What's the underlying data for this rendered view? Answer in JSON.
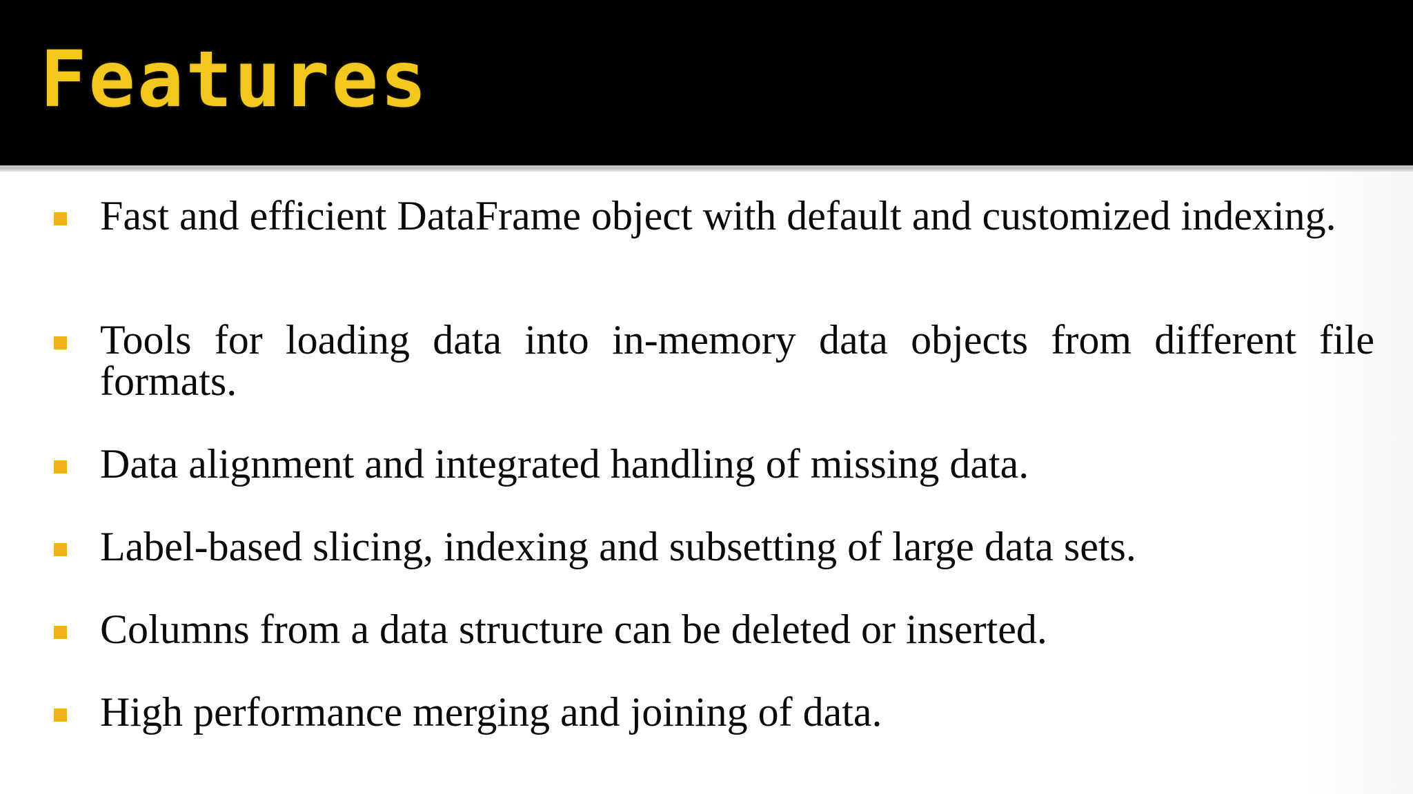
{
  "slide": {
    "title": "Features",
    "bullets": [
      {
        "text": "Fast and efficient DataFrame object with default and customized indexing."
      },
      {
        "text": "Tools for loading data into in-memory data objects from different file formats."
      },
      {
        "text": "Data alignment and integrated handling of missing data."
      },
      {
        "text": "Label-based slicing, indexing and subsetting of large data sets."
      },
      {
        "text": "Columns from a data structure can be deleted or inserted."
      },
      {
        "text": "High performance merging and joining of data."
      }
    ]
  },
  "colors": {
    "title_bar": "#000000",
    "title_text": "#f2c81f",
    "bullet_marker": "#f0b21a",
    "body_text": "#0a0a0a"
  }
}
